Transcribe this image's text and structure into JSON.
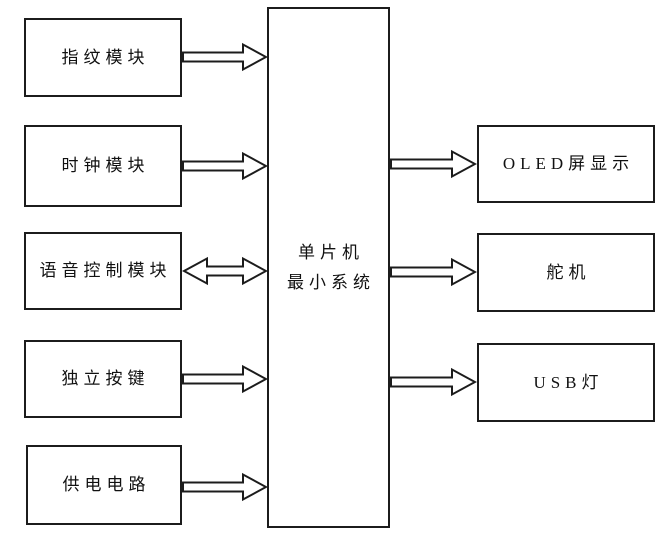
{
  "diagram": {
    "center_node": {
      "label_line1": "单片机",
      "label_line2": "最小系统"
    },
    "input_nodes": [
      {
        "label": "指纹模块",
        "connection": "to-mcu"
      },
      {
        "label": "时钟模块",
        "connection": "to-mcu"
      },
      {
        "label": "语音控制模块",
        "connection": "bidirectional"
      },
      {
        "label": "独立按键",
        "connection": "to-mcu"
      },
      {
        "label": "供电电路",
        "connection": "to-mcu"
      }
    ],
    "output_nodes": [
      {
        "label": "OLED屏显示",
        "connection": "from-mcu"
      },
      {
        "label": "舵机",
        "connection": "from-mcu"
      },
      {
        "label": "USB灯",
        "connection": "from-mcu"
      }
    ],
    "colors": {
      "line": "#1c1c1c",
      "fill": "#ffffff",
      "text": "#111111"
    }
  }
}
